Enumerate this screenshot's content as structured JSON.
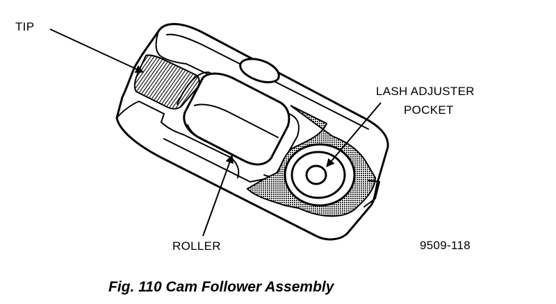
{
  "labels": {
    "tip": "TIP",
    "lash_adjuster_line1": "LASH ADJUSTER",
    "lash_adjuster_line2": "POCKET",
    "roller": "ROLLER",
    "figure_number": "9509-118"
  },
  "caption": "Fig. 110 Cam Follower Assembly"
}
